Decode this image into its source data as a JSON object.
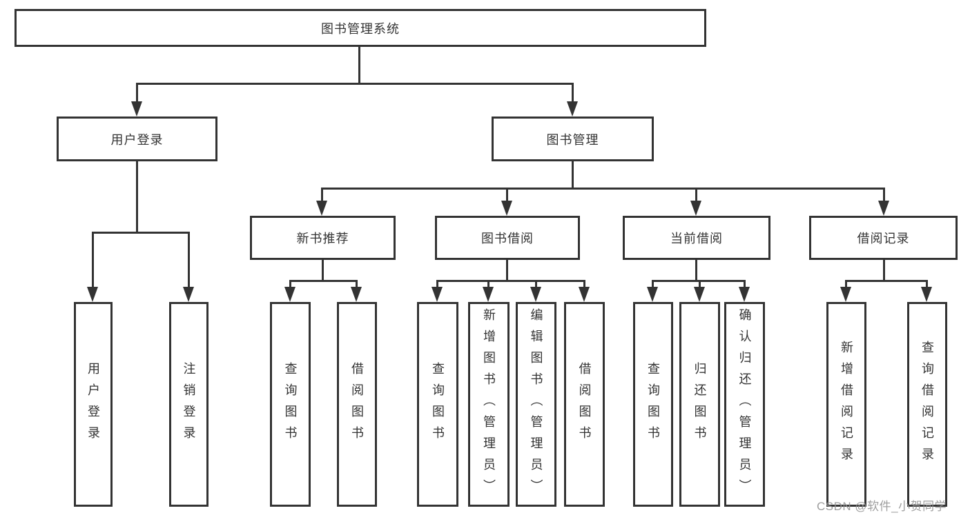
{
  "diagram_title": "图书管理系统",
  "nodes": {
    "root": "图书管理系统",
    "user_login": "用户登录",
    "book_mgmt": "图书管理",
    "new_books": "新书推荐",
    "book_borrow": "图书借阅",
    "current_borrow": "当前借阅",
    "borrow_records": "借阅记录",
    "leaves": [
      "用户登录",
      "注销登录",
      "查询图书",
      "借阅图书",
      "查询图书",
      "新增图书（管理员）",
      "编辑图书（管理员）",
      "借阅图书",
      "查询图书",
      "归还图书",
      "确认归还（管理员）",
      "新增借阅记录",
      "查询借阅记录"
    ]
  },
  "watermark": "CSDN @软件_小贺同学",
  "colors": {
    "line": "#333333",
    "text": "#333333",
    "background": "#ffffff",
    "watermark": "#949494"
  }
}
